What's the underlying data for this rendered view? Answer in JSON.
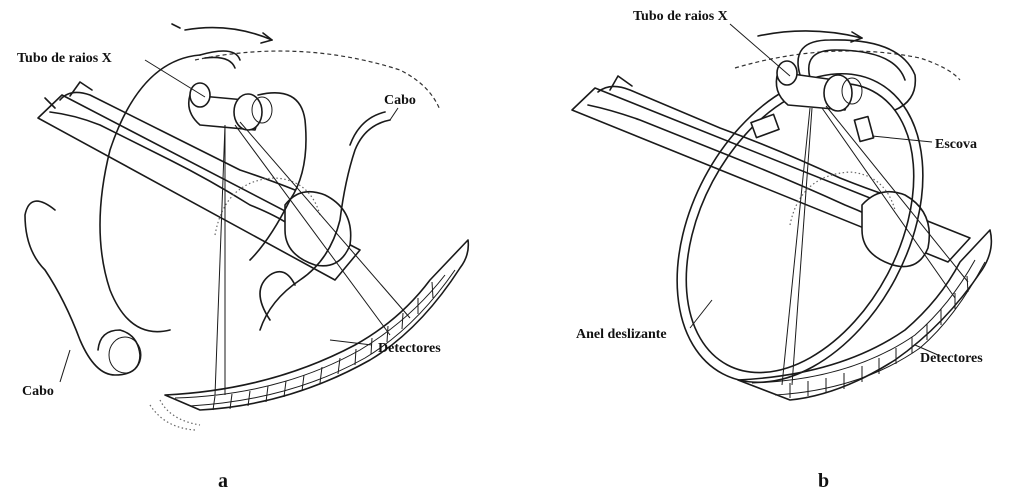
{
  "figure": {
    "panel_a": {
      "panel_label": "a",
      "labels": {
        "xray_tube": "Tubo de raios X",
        "cable_top": "Cabo",
        "cable_bottom": "Cabo",
        "detectors": "Detectores"
      }
    },
    "panel_b": {
      "panel_label": "b",
      "labels": {
        "xray_tube": "Tubo de raios X",
        "brush": "Escova",
        "slip_ring": "Anel deslizante",
        "detectors": "Detectores"
      }
    }
  }
}
